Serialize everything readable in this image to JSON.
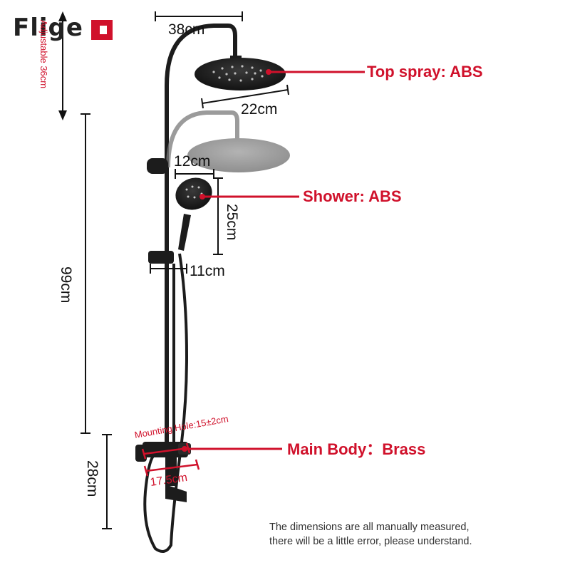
{
  "brand": {
    "name": "Flige",
    "colors": {
      "accent": "#d0112b",
      "fixture": "#1c1c1c"
    }
  },
  "materials": {
    "top_spray": "Top spray: ABS",
    "shower": "Shower: ABS",
    "main_body": "Main Body：Brass"
  },
  "dimensions": {
    "head_width": "38cm",
    "head_diameter": "22cm",
    "handshower_offset": "12cm",
    "handshower_length": "25cm",
    "slider_width": "11cm",
    "rail_height": "99cm",
    "body_height": "28cm",
    "adjustable": "Adjustable 36cm",
    "mounting_hole": "Mounting Hole:15±2cm",
    "spout_length": "17.5cm"
  },
  "note": {
    "line1": "The dimensions are all manually measured,",
    "line2": "there will be a little error, please understand."
  }
}
